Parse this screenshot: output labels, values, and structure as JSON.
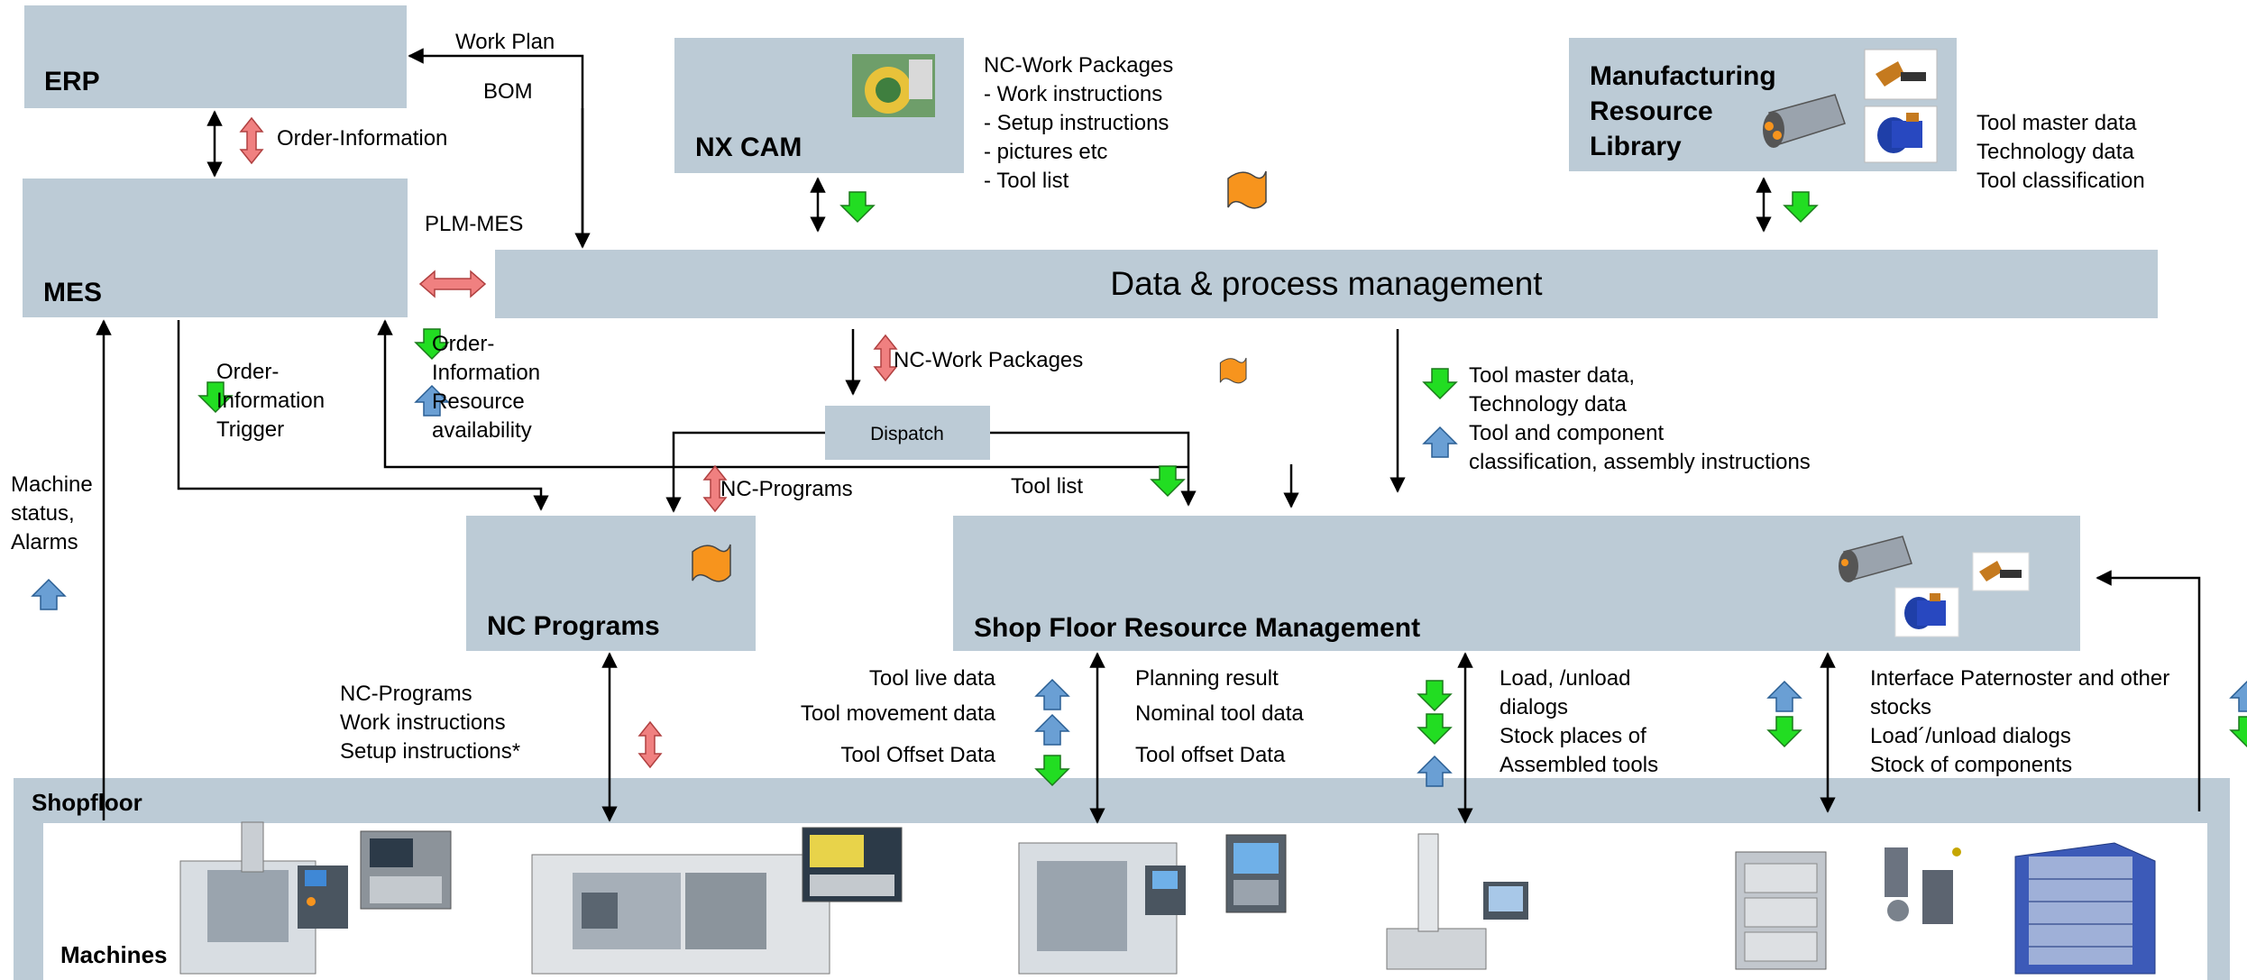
{
  "boxes": {
    "erp": "ERP",
    "mes": "MES",
    "nx_cam": "NX CAM",
    "mrl": [
      "Manufacturing",
      "Resource",
      "Library"
    ],
    "dpm": "Data & process management",
    "dispatch": "Dispatch",
    "nc_programs": "NC Programs",
    "sfrm": "Shop Floor Resource Management",
    "shopfloor": "Shopfloor",
    "machines": "Machines"
  },
  "labels": {
    "work_plan": "Work Plan",
    "bom": "BOM",
    "order_information": "Order-Information",
    "plm_mes": "PLM-MES",
    "nc_cam_packages": [
      "NC-Work Packages",
      "- Work instructions",
      "- Setup instructions",
      "- pictures etc",
      "- Tool  list"
    ],
    "mrl_data": [
      "Tool master data",
      "Technology data",
      "Tool classification"
    ],
    "mes_trigger": [
      "Order-",
      "Information",
      "Trigger"
    ],
    "mes_feedback": [
      "Order-",
      "Information",
      "Resource",
      "availability"
    ],
    "nc_work_packages": "NC-Work Packages",
    "nc_programs_flow": "NC-Programs",
    "tool_list": "Tool list",
    "tool_master_block": [
      "Tool master data,",
      "Technology data",
      "Tool and component",
      "classification, assembly instructions"
    ],
    "machine_status": [
      "Machine",
      "status,",
      "Alarms"
    ],
    "nc_block": [
      "NC-Programs",
      "Work instructions",
      "Setup instructions*"
    ],
    "tool_flows": [
      "Tool live data",
      "Tool movement data",
      "Tool Offset Data"
    ],
    "planning_flows": [
      "Planning result",
      "Nominal tool data",
      "Tool offset Data"
    ],
    "load_block": [
      "Load, /unload",
      "dialogs",
      "Stock places of",
      "Assembled tools"
    ],
    "interface_block": [
      "Interface Paternoster and other",
      "stocks",
      "Load´/unload dialogs",
      "Stock of components"
    ]
  },
  "icons": [
    "cam-picture-icon",
    "work-package-icon",
    "milling-tool-icon",
    "tool-holder-icon",
    "tool-insert-icon",
    "nc-program-icon",
    "milling-machine-icon",
    "lathe-machine-icon",
    "machining-center-icon",
    "cnc-control-panel-icon",
    "tool-presetter-icon",
    "tool-cabinet-icon",
    "tool-assembly-icon",
    "paternoster-storage-icon"
  ],
  "colors": {
    "box_fill": "#bccbd6",
    "arrow_green": "#22dd22",
    "arrow_blue": "#6a9fd4",
    "arrow_red": "#f08080",
    "document_orange": "#f7941d"
  }
}
